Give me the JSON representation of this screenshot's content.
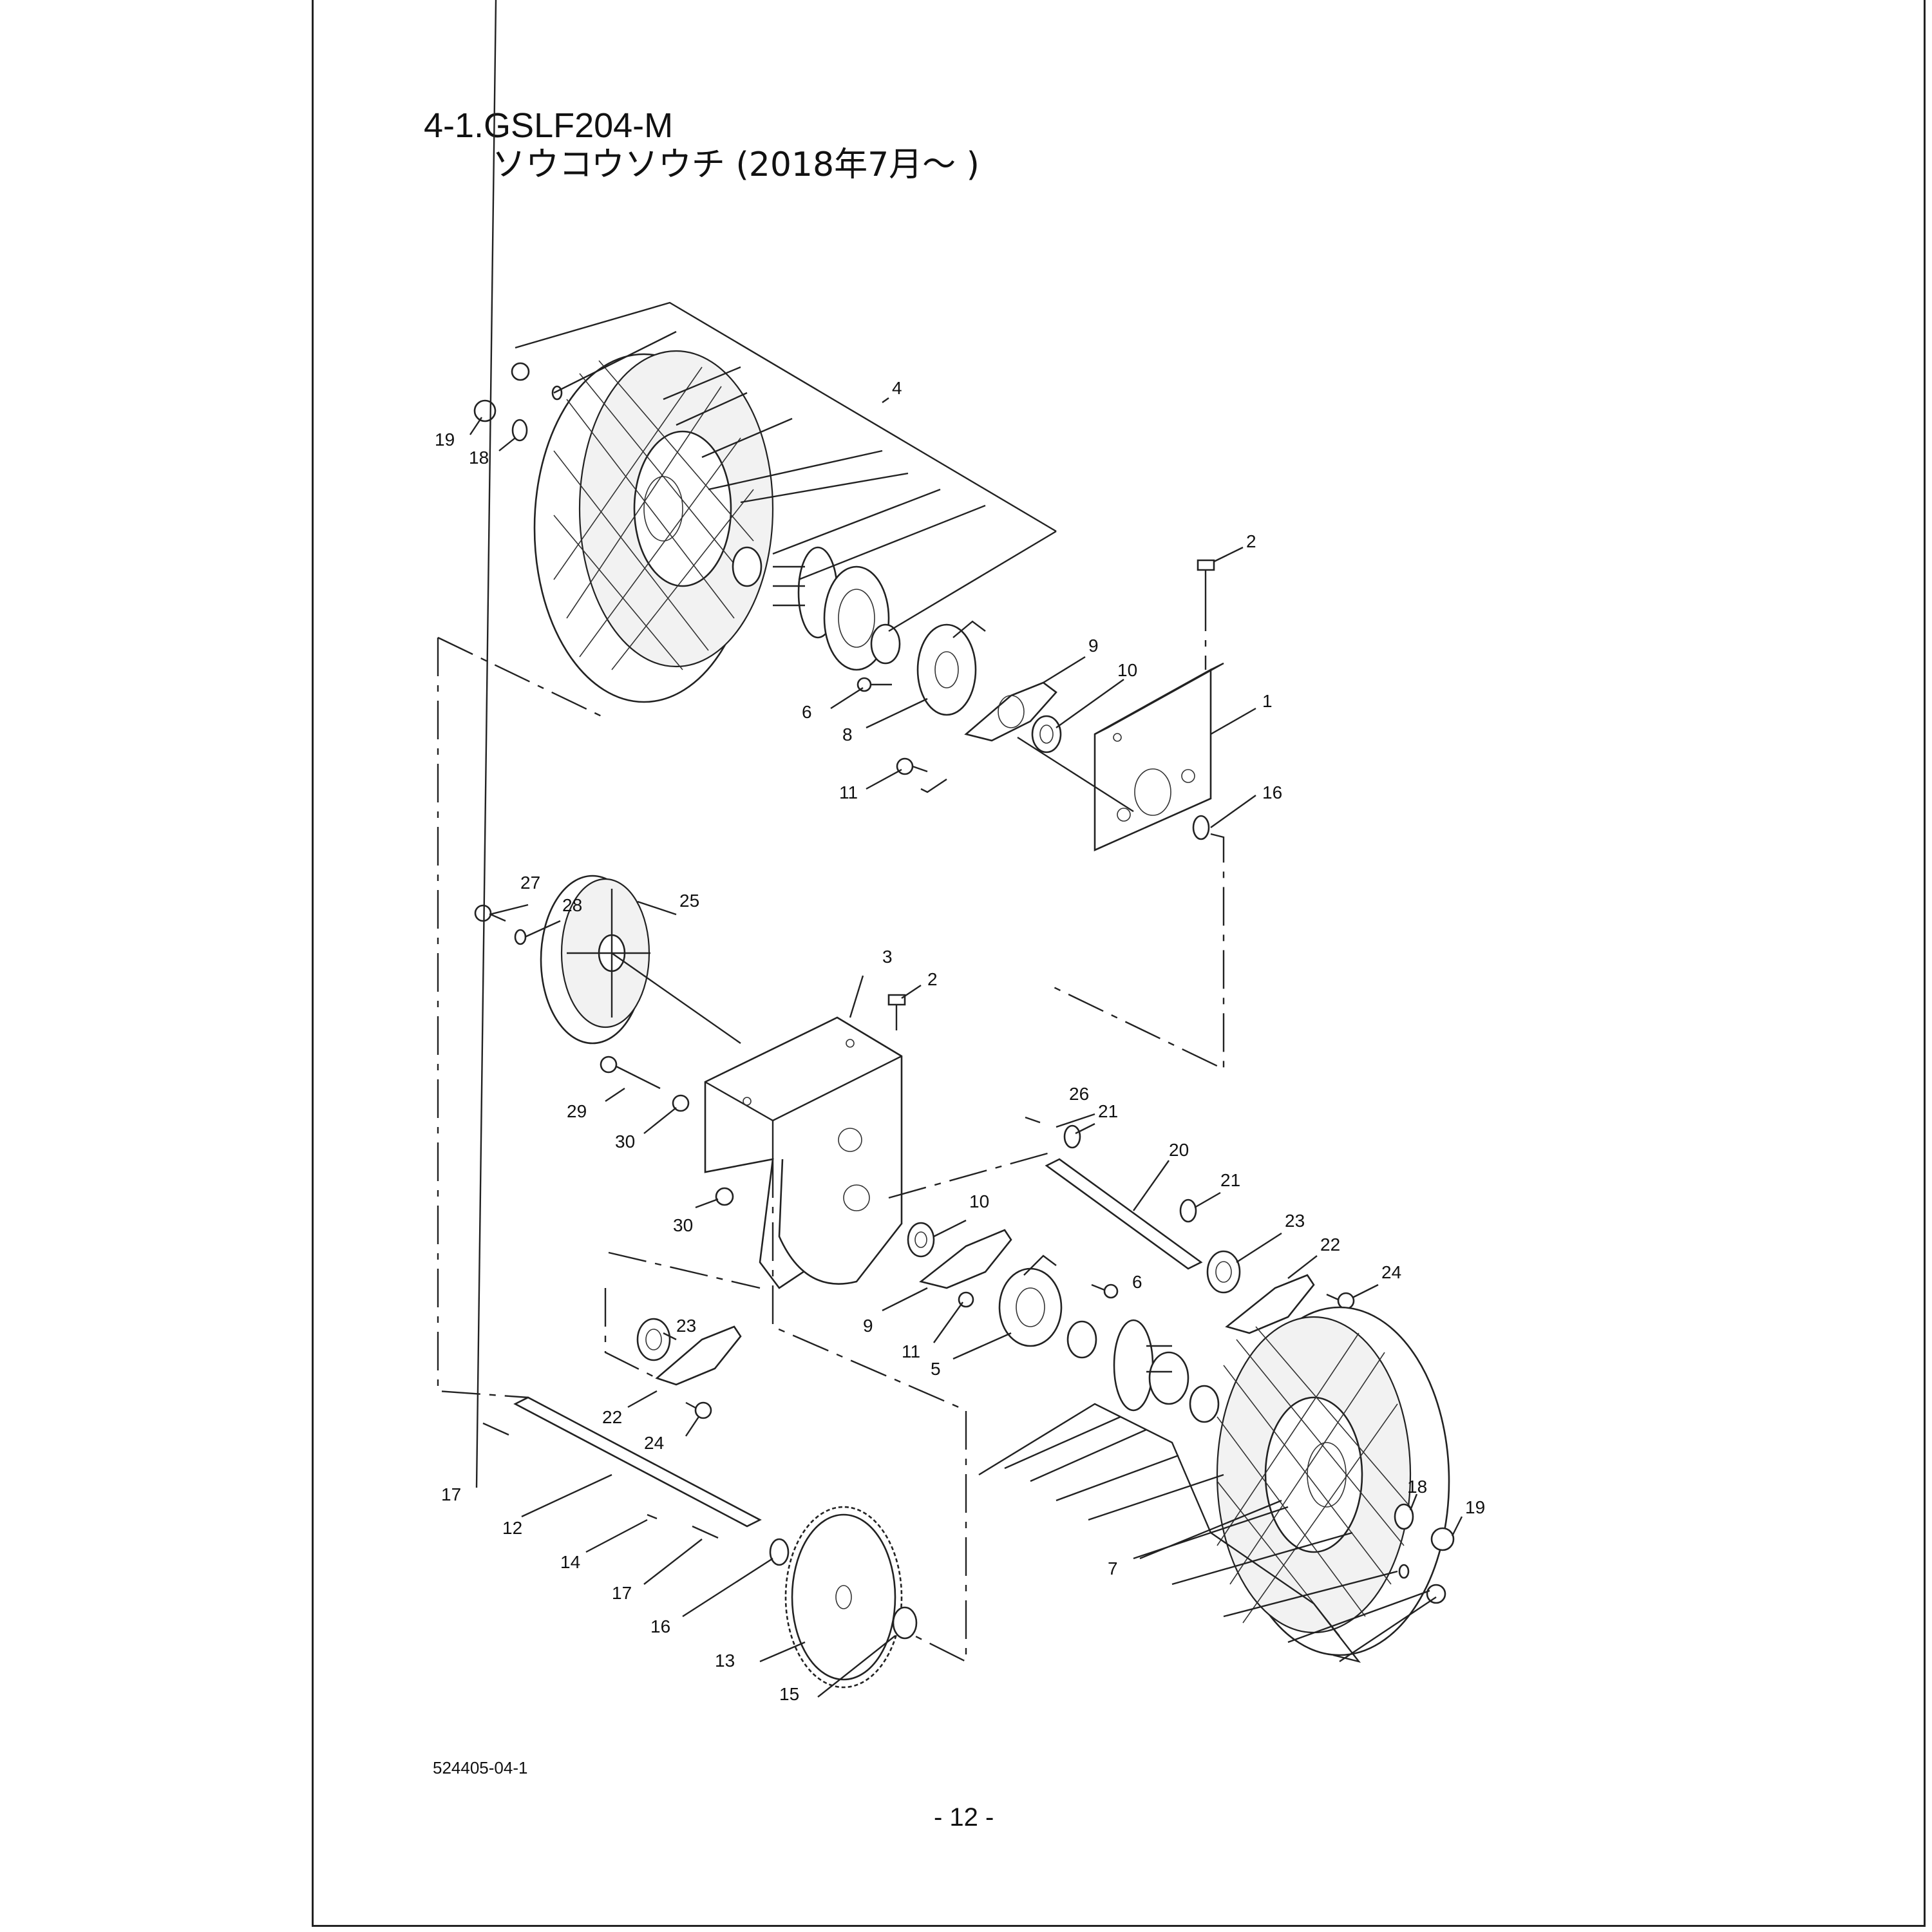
{
  "header": {
    "title": "4-1.GSLF204-M",
    "subtitle": "ソウコウソウチ (2018年7月～ )"
  },
  "footer": {
    "drawing_code": "524405-04-1",
    "page_number": "- 12 -"
  },
  "callouts": {
    "p1": "1",
    "p2a": "2",
    "p2b": "2",
    "p3": "3",
    "p4": "4",
    "p5": "5",
    "p6a": "6",
    "p6b": "6",
    "p7": "7",
    "p8": "8",
    "p9a": "9",
    "p9b": "9",
    "p10a": "10",
    "p10b": "10",
    "p11a": "11",
    "p11b": "11",
    "p12": "12",
    "p13": "13",
    "p14": "14",
    "p15": "15",
    "p16a": "16",
    "p16b": "16",
    "p17a": "17",
    "p17b": "17",
    "p18a": "18",
    "p18b": "18",
    "p19a": "19",
    "p19b": "19",
    "p20": "20",
    "p21a": "21",
    "p21b": "21",
    "p22a": "22",
    "p22b": "22",
    "p23a": "23",
    "p23b": "23",
    "p24a": "24",
    "p24b": "24",
    "p25": "25",
    "p26": "26",
    "p27": "27",
    "p28": "28",
    "p29": "29",
    "p30a": "30",
    "p30b": "30"
  }
}
